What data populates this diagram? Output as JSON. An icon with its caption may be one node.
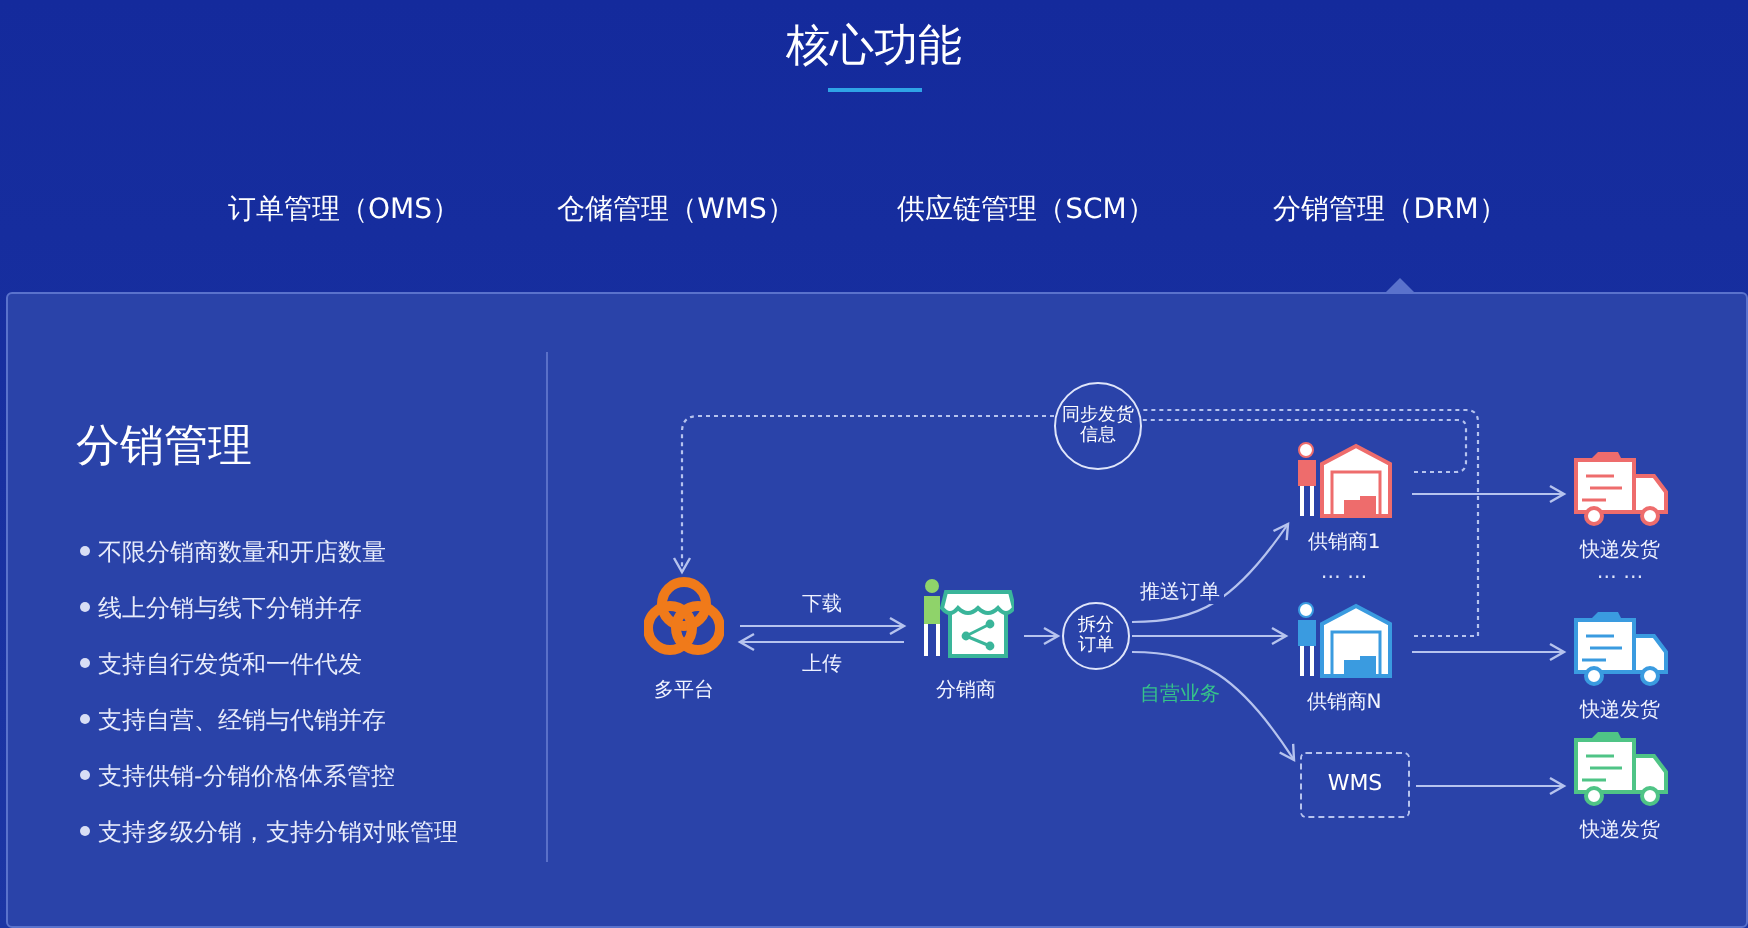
{
  "diagram": {
    "title": "核心功能",
    "nodes": [
      {
        "text": [
          "多平台"
        ]
      },
      {
        "text": [
          "分销商"
        ]
      },
      {
        "text": [
          "拆分订单"
        ]
      },
      {
        "text": [
          "同步发货信息"
        ]
      },
      {
        "text": [
          "供销商1"
        ]
      },
      {
        "text": [
          "供销商N"
        ]
      },
      {
        "text": [
          "WMS"
        ]
      },
      {
        "text": [
          "快递发货"
        ]
      },
      {
        "text": [
          "快递发货"
        ]
      },
      {
        "text": [
          "快递发货"
        ]
      }
    ],
    "edges": [
      {
        "from": 0,
        "to": 1,
        "arrow": "to",
        "label": "下载"
      },
      {
        "from": 1,
        "to": 0,
        "arrow": "to",
        "label": "上传"
      },
      {
        "from": 1,
        "to": 2,
        "arrow": "to"
      },
      {
        "from": 2,
        "to": 4,
        "arrow": "to",
        "label": "推送订单"
      },
      {
        "from": 2,
        "to": 5,
        "arrow": "to"
      },
      {
        "from": 2,
        "to": 6,
        "arrow": "to",
        "label": "自营业务"
      },
      {
        "from": 4,
        "to": 7,
        "arrow": "to"
      },
      {
        "from": 5,
        "to": 8,
        "arrow": "to"
      },
      {
        "from": 6,
        "to": 9,
        "arrow": "to"
      },
      {
        "from": 4,
        "to": 3,
        "arrow": "none",
        "style": "dashed"
      },
      {
        "from": 5,
        "to": 3,
        "arrow": "none",
        "style": "dashed"
      },
      {
        "from": 3,
        "to": 0,
        "arrow": "to",
        "style": "dashed"
      }
    ],
    "labels": [
      "订单管理（OMS）",
      "仓储管理（WMS）",
      "供应链管理（SCM）",
      "分销管理（DRM）",
      "分销管理",
      "不限分销商数量和开店数量",
      "线上分销与线下分销并存",
      "支持自行发货和一件代发",
      "支持自营、经销与代销并存",
      "支持供销-分销价格体系管控",
      "支持多级分销，支持分销对账管理",
      "… …",
      "… …"
    ]
  }
}
